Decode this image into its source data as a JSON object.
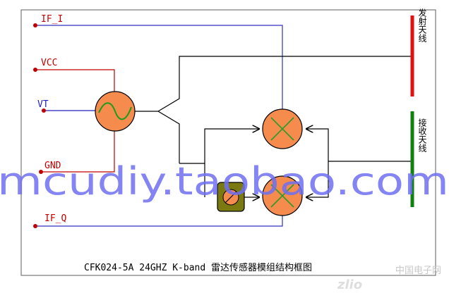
{
  "pins": {
    "if_i": "IF_I",
    "vcc": "VCC",
    "vt": "VT",
    "gnd": "GND",
    "if_q": "IF_Q"
  },
  "antennas": {
    "tx": "发射天线",
    "rx": "接收天线"
  },
  "caption": "CFK024-5A  24GHZ K-band 雷达传感器模组结构框图",
  "watermark": "mcudiy.taobao.com",
  "site_logo": "中国电子网",
  "colors": {
    "pin_dot": "#c00000",
    "if_i_line": "#3030c0",
    "vcc_line": "#c00000",
    "vt_line": "#2020c0",
    "gnd_line": "#c00000",
    "if_q_line": "#3030c0",
    "tx_antenna": "#e01010",
    "rx_antenna": "#108010",
    "block_fill": "#f58b4c",
    "phase_shifter_fill": "#7a7a10",
    "watermark": "#6f6ff2"
  }
}
